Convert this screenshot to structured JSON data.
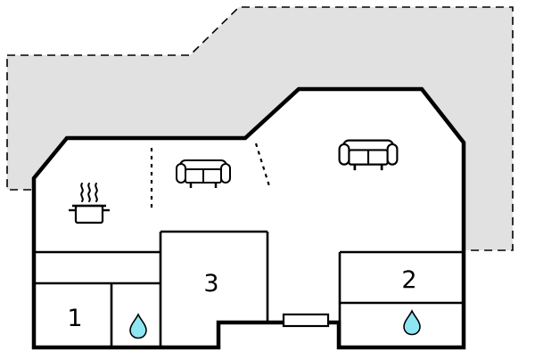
{
  "plan": {
    "type": "floor-plan",
    "terrace": {
      "fill": "#e1e1e1",
      "border_style": "dashed",
      "border_color": "#000000"
    },
    "rooms": [
      {
        "label": "1"
      },
      {
        "label": "2"
      },
      {
        "label": "3"
      }
    ],
    "icons": {
      "stove": "pot-with-steam-icon",
      "sofa_left": "sofa-icon",
      "sofa_right": "sofa-icon",
      "drop_left": "water-drop-icon",
      "drop_right": "water-drop-icon",
      "door": "entrance-door-icon"
    },
    "colors": {
      "wall": "#000000",
      "floor": "#ffffff",
      "water_drop": "#8ee6f2"
    }
  }
}
